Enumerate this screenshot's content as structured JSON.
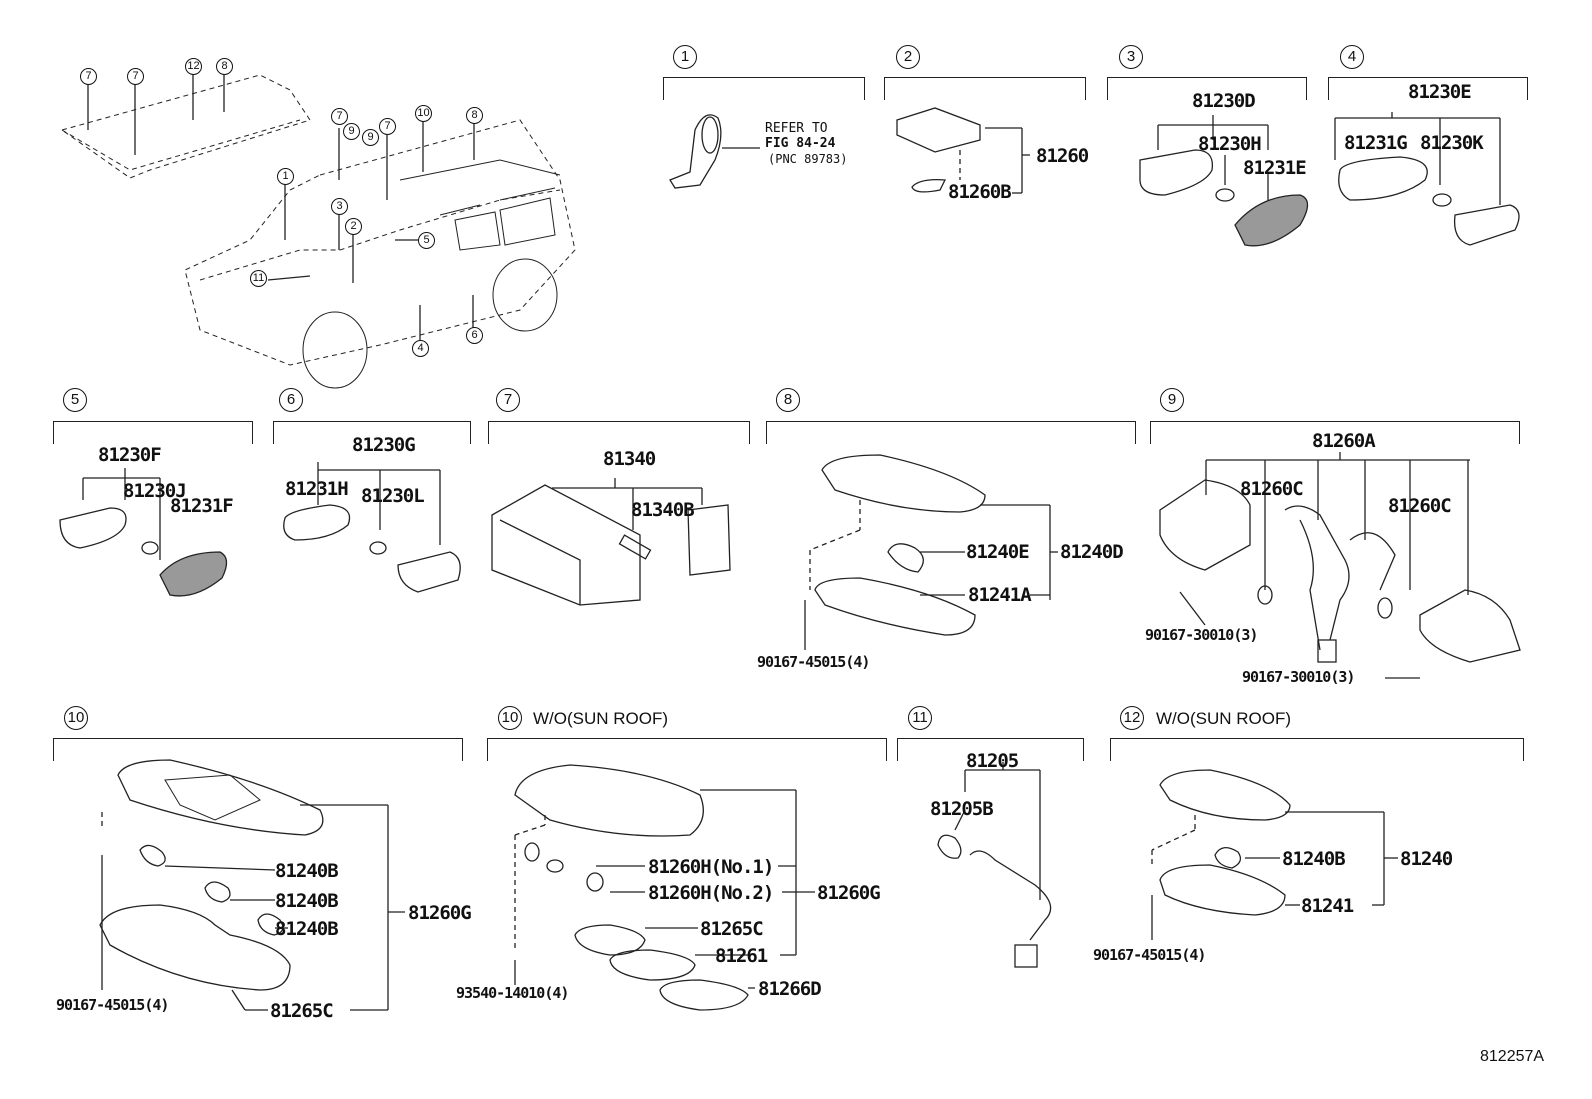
{
  "figure_id": "812257A",
  "overview": {
    "callouts": [
      "7",
      "7",
      "12",
      "8",
      "7",
      "9",
      "9",
      "7",
      "10",
      "8",
      "1",
      "3",
      "2",
      "5",
      "11",
      "4",
      "6"
    ]
  },
  "sections": [
    {
      "num": "1",
      "note": "",
      "refer": [
        "REFER TO",
        "FIG 84-24",
        "(PNC 89783)"
      ]
    },
    {
      "num": "2",
      "note": "",
      "parts": [
        "81260",
        "81260B"
      ]
    },
    {
      "num": "3",
      "note": "",
      "parts": [
        "81230D",
        "81230H",
        "81231E"
      ]
    },
    {
      "num": "4",
      "note": "",
      "parts": [
        "81230E",
        "81231G",
        "81230K"
      ]
    },
    {
      "num": "5",
      "note": "",
      "parts": [
        "81230F",
        "81230J",
        "81231F"
      ]
    },
    {
      "num": "6",
      "note": "",
      "parts": [
        "81230G",
        "81231H",
        "81230L"
      ]
    },
    {
      "num": "7",
      "note": "",
      "parts": [
        "81340",
        "81340B"
      ]
    },
    {
      "num": "8",
      "note": "",
      "parts": [
        "81240E",
        "81240D",
        "81241A",
        "90167-45015(4)"
      ]
    },
    {
      "num": "9",
      "note": "",
      "parts": [
        "81260A",
        "81260C",
        "81260C",
        "90167-30010(3)",
        "90167-30010(3)"
      ]
    },
    {
      "num": "10",
      "note": "",
      "parts": [
        "81240B",
        "81240B",
        "81240B",
        "81260G",
        "81265C",
        "90167-45015(4)"
      ]
    },
    {
      "num": "10",
      "note": "W/O(SUN ROOF)",
      "parts": [
        "81260H(No.1)",
        "81260H(No.2)",
        "81260G",
        "81265C",
        "81261",
        "81266D",
        "93540-14010(4)"
      ]
    },
    {
      "num": "11",
      "note": "",
      "parts": [
        "81205",
        "81205B"
      ]
    },
    {
      "num": "12",
      "note": "W/O(SUN ROOF)",
      "parts": [
        "81240B",
        "81240",
        "81241",
        "90167-45015(4)"
      ]
    }
  ]
}
